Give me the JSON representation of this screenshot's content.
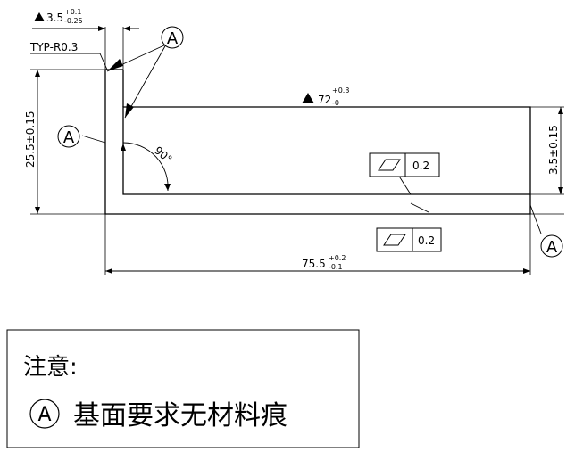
{
  "dimensions": {
    "thickness_top": {
      "value": "3.5",
      "upper": "+0.1",
      "lower": "-0.25"
    },
    "radius_note": "TYP-R0.3",
    "length_top": {
      "value": "72",
      "upper": "+0.3",
      "lower": "-0"
    },
    "height_left": "25.5±0.15",
    "height_right": "3.5±0.15",
    "length_bottom": {
      "value": "75.5",
      "upper": "+0.2",
      "lower": "-0.1"
    },
    "angle": "90°"
  },
  "tolerances": [
    {
      "symbol": "flatness",
      "value": "0.2"
    },
    {
      "symbol": "flatness",
      "value": "0.2"
    }
  ],
  "datum_label": "A",
  "note": {
    "title": "注意:",
    "marker": "A",
    "text": "基面要求无材料痕"
  }
}
